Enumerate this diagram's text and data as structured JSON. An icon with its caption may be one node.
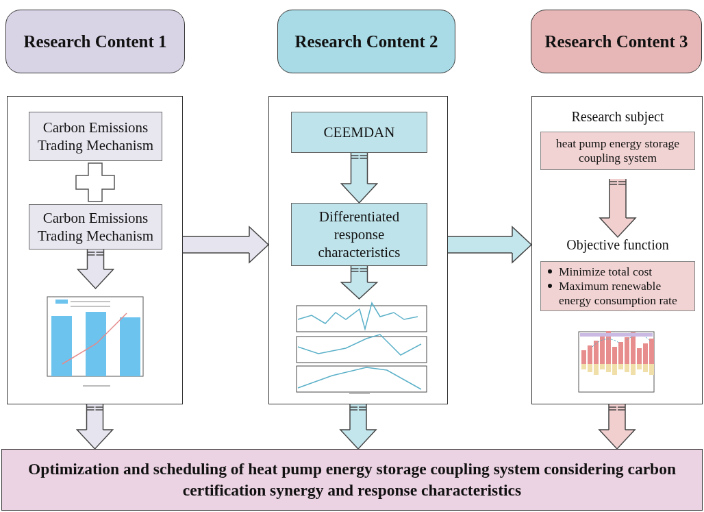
{
  "diagram": {
    "nodes": [
      {
        "text": [
          "Research Content 1"
        ]
      },
      {
        "text": [
          "Research Content 2"
        ]
      },
      {
        "text": [
          "Research Content 3"
        ]
      },
      {
        "text": [],
        "shape": "box"
      },
      {
        "text": [
          "Carbon Emissions Trading Mechanism"
        ],
        "in": 3
      },
      {
        "text": [
          "Carbon Emissions Trading Mechanism"
        ],
        "in": 3
      },
      {
        "text": [],
        "shape": "picture",
        "in": 3
      },
      {
        "text": [],
        "shape": "box"
      },
      {
        "text": [
          "CEEMDAN"
        ],
        "in": 7
      },
      {
        "text": [
          "Differentiated response characteristics"
        ],
        "in": 7
      },
      {
        "text": [],
        "shape": "picture",
        "in": 7
      },
      {
        "text": [],
        "shape": "box"
      },
      {
        "text": [
          "Research subject",
          "heat pump energy storage coupling system"
        ],
        "in": 11
      },
      {
        "text": [
          "Objective function",
          "Minimize total cost",
          "Maximum renewable energy consumption rate"
        ],
        "in": 11
      },
      {
        "text": [],
        "shape": "picture",
        "in": 11
      },
      {
        "text": [
          "Optimization and scheduling of heat pump energy storage coupling system considering carbon certification synergy and response characteristics"
        ]
      }
    ],
    "edges": [
      {
        "from": 5,
        "to": 6,
        "arrow": "to"
      },
      {
        "from": 8,
        "to": 9,
        "arrow": "to"
      },
      {
        "from": 9,
        "to": 10,
        "arrow": "to"
      },
      {
        "from": 12,
        "to": 13,
        "arrow": "to"
      },
      {
        "from": 3,
        "to": 7,
        "arrow": "to"
      },
      {
        "from": 7,
        "to": 11,
        "arrow": "to"
      },
      {
        "from": 3,
        "to": 15,
        "arrow": "to"
      },
      {
        "from": 7,
        "to": 15,
        "arrow": "to"
      },
      {
        "from": 11,
        "to": 15,
        "arrow": "to"
      }
    ]
  }
}
